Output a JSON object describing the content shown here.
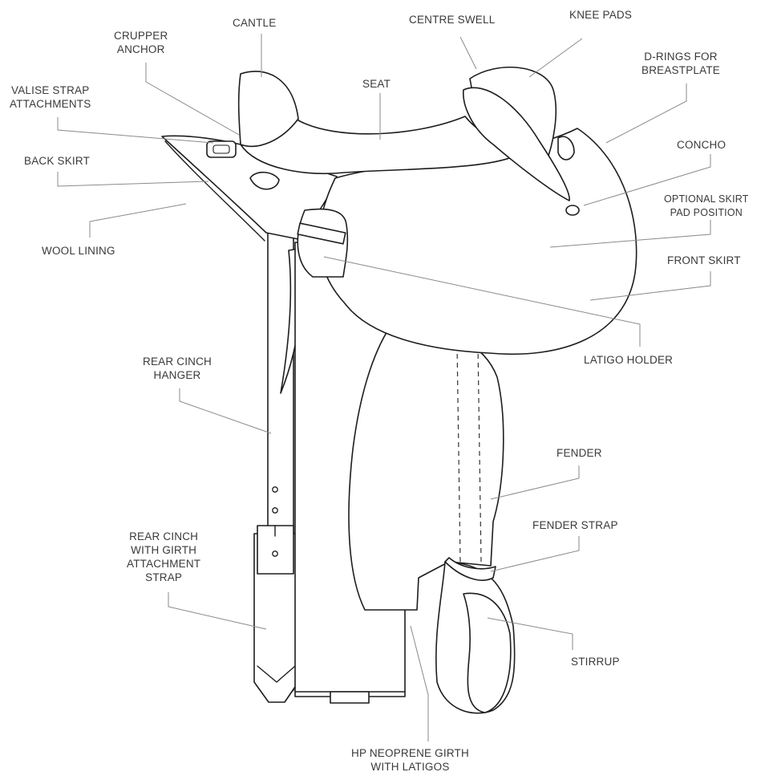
{
  "labels": {
    "cantle": [
      "CANTLE"
    ],
    "centre_swell": [
      "CENTRE SWELL"
    ],
    "knee_pads": [
      "KNEE PADS"
    ],
    "crupper_anchor": [
      "CRUPPER",
      "ANCHOR"
    ],
    "seat": [
      "SEAT"
    ],
    "d_rings": [
      "D-RINGS FOR",
      "BREASTPLATE"
    ],
    "valise_strap": [
      "VALISE STRAP",
      "ATTACHMENTS"
    ],
    "concho": [
      "CONCHO"
    ],
    "back_skirt": [
      "BACK SKIRT"
    ],
    "optional_skirt_pad": [
      "OPTIONAL SKIRT",
      "PAD POSITION"
    ],
    "wool_lining": [
      "WOOL LINING"
    ],
    "front_skirt": [
      "FRONT SKIRT"
    ],
    "latigo_holder": [
      "LATIGO HOLDER"
    ],
    "rear_cinch_hanger": [
      "REAR CINCH",
      "HANGER"
    ],
    "fender": [
      "FENDER"
    ],
    "fender_strap": [
      "FENDER STRAP"
    ],
    "rear_cinch_girth": [
      "REAR CINCH",
      "WITH GIRTH",
      "ATTACHMENT",
      "STRAP"
    ],
    "stirrup": [
      "STIRRUP"
    ],
    "girth": [
      "HP NEOPRENE GIRTH",
      "WITH LATIGOS"
    ]
  }
}
